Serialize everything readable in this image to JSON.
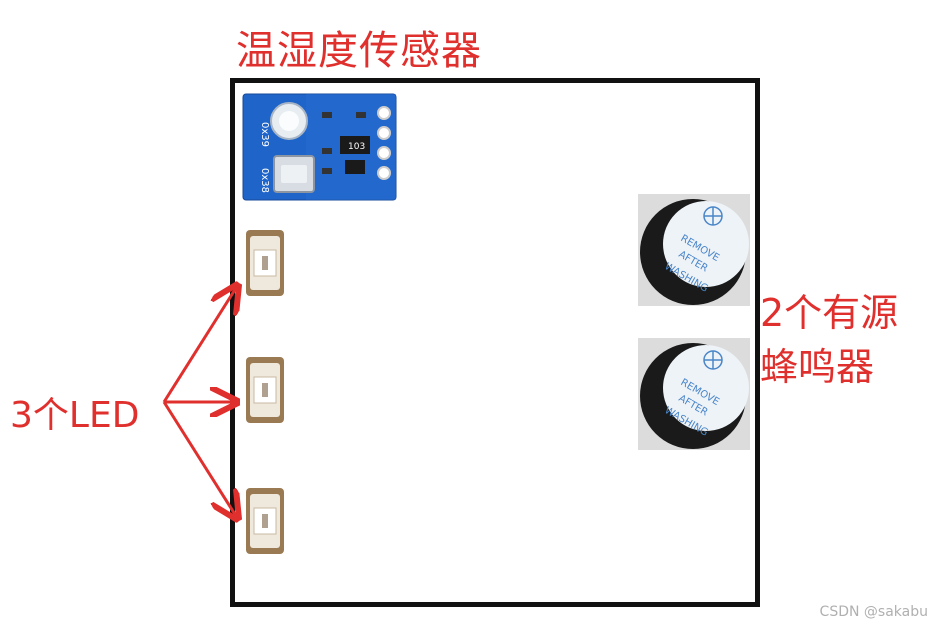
{
  "labels": {
    "sensor_title": "温湿度传感器",
    "led_caption": "3个LED",
    "buzzer_caption_line1": "2个有源",
    "buzzer_caption_line2": "蜂鸣器"
  },
  "sensor_module": {
    "silk_left_top": "0x39",
    "silk_left_bottom": "0x38",
    "chip_marking": "103"
  },
  "buzzer": {
    "sticker_line1": "REMOVE",
    "sticker_line2": "AFTER",
    "sticker_line3": "WASHING"
  },
  "watermark": "CSDN @sakabu",
  "colors": {
    "accent_red": "#e0302e",
    "pcb_blue": "#1f64c8",
    "board_border": "#111111"
  }
}
